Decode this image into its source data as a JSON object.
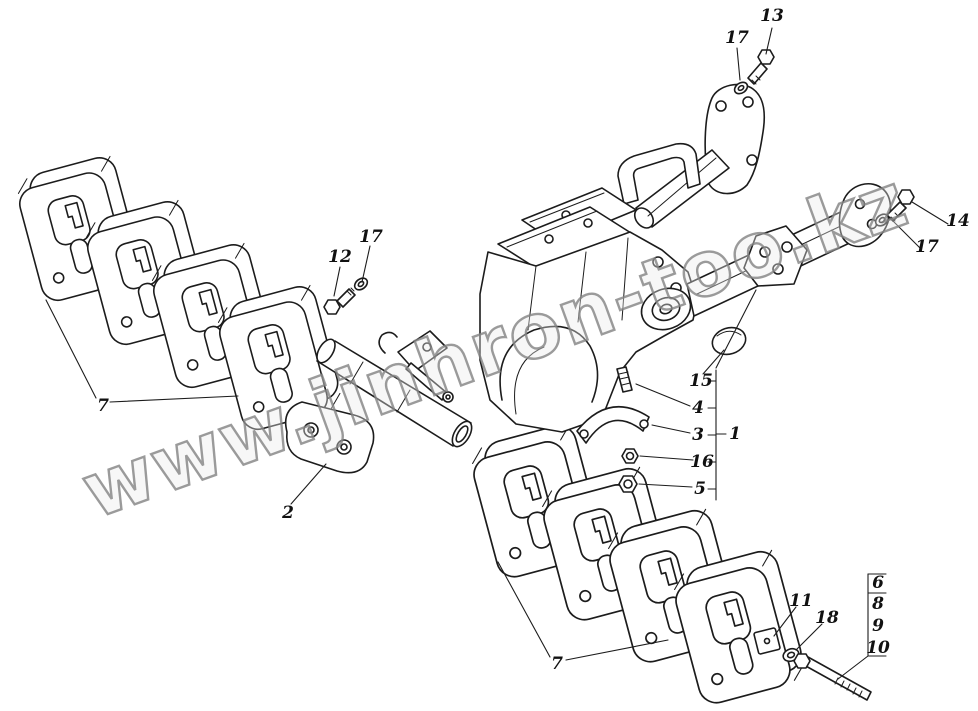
{
  "diagram": {
    "type": "exploded-parts-diagram",
    "background": "#ffffff",
    "line_color": "#1c1c1c",
    "watermark": {
      "text": "www.jinhron-too.kz",
      "color": "#8f8f8f"
    },
    "callouts": {
      "c13": "13",
      "c17_top": "17",
      "c14": "14",
      "c17_right": "17",
      "c12": "12",
      "c17_mid": "17",
      "c15": "15",
      "c4": "4",
      "c3": "3",
      "c16": "16",
      "c5": "5",
      "c1": "1",
      "c7_left": "7",
      "c2": "2",
      "c7_bottom": "7",
      "c11": "11",
      "c18": "18",
      "c6": "6",
      "c8": "8",
      "c9": "9",
      "c10": "10"
    }
  }
}
